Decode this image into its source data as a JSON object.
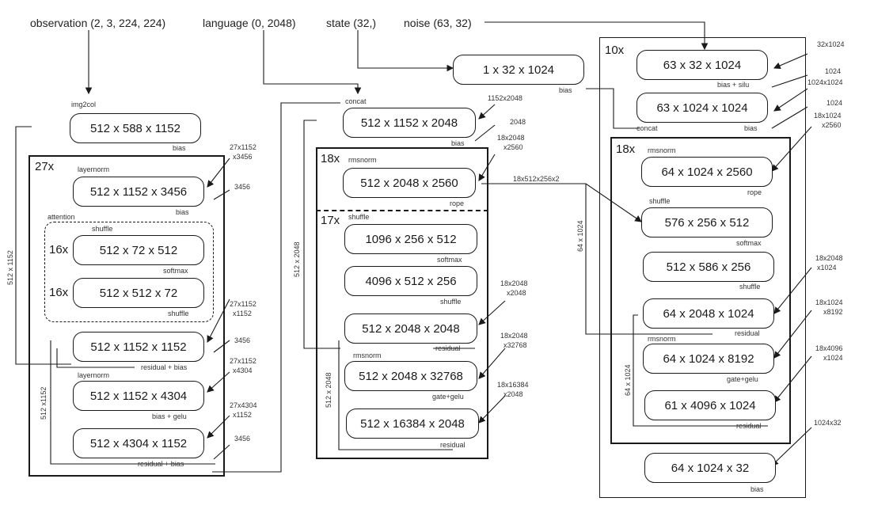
{
  "inputs": {
    "observation": "observation (2, 3, 224, 224)",
    "language": "language (0, 2048)",
    "state": "state (32,)",
    "noise": "noise (63, 32)"
  },
  "left": {
    "count": "27x",
    "repeat_a": "16x",
    "repeat_b": "16x",
    "boxes": {
      "proj": "512 x 588 x 1152",
      "qkv": "512 x 1152 x 3456",
      "attn1": "512 x 72 x 512",
      "attn2": "512 x 512 x 72",
      "out": "512 x 1152 x 1152",
      "mlp1": "512 x 1152 x 4304",
      "mlp2": "512 x 4304 x 1152"
    },
    "notes": {
      "img2col": "img2col",
      "bias": "bias",
      "layernorm1": "layernorm",
      "attention": "attention",
      "shuffle1": "shuffle",
      "softmax": "softmax",
      "shuffle2": "shuffle",
      "residual_bias1": "residual + bias",
      "layernorm2": "layernorm",
      "bias_gelu": "bias + gelu",
      "residual_bias2": "residual + bias",
      "w1": "27x1152",
      "w1b": "x3456",
      "b1": "3456",
      "w2": "27x1152",
      "w2b": "x1152",
      "b2": "3456",
      "w3": "27x1152",
      "w3b": "x4304",
      "w4": "27x4304",
      "w4b": "x1152",
      "b4": "3456",
      "side": "512 x 1152",
      "side2": "512 x1152"
    }
  },
  "middle": {
    "count_outer": "18x",
    "count_inner": "17x",
    "boxes": {
      "in": "512 x 1152 x 2048",
      "qkv": "512 x 2048 x 2560",
      "attn1": "1096 x 256 x 512",
      "attn2": "4096 x 512 x 256",
      "out": "512 x 2048 x 2048",
      "mlp1": "512 x 2048 x 32768",
      "mlp2": "512 x 16384 x 2048"
    },
    "notes": {
      "concat": "concat",
      "bias": "bias",
      "rmsnorm1": "rmsnorm",
      "rope": "rope",
      "shuffle1": "shuffle",
      "softmax": "softmax",
      "shuffle2": "shuffle",
      "residual1": "residual",
      "rmsnorm2": "rmsnorm",
      "gate_gelu": "gate+gelu",
      "residual2": "residual",
      "w0": "1152x2048",
      "b0": "2048",
      "w1": "18x2048",
      "w1b": "x2560",
      "w2": "18x2048",
      "w2b": "x2048",
      "w3": "18x2048",
      "w3b": "x32768",
      "w4": "18x16384",
      "w4b": "x2048",
      "side": "512 x 2048",
      "side2": "512 x 2048",
      "cross": "18x512x256x2"
    }
  },
  "right": {
    "count_outer": "10x",
    "count_inner": "18x",
    "boxes": {
      "state": "1 x 32 x 1024",
      "noise1": "63 x 32 x 1024",
      "noise2": "63 x 1024 x 1024",
      "qkv": "64 x 1024 x 2560",
      "attn1": "576 x 256 x 512",
      "attn2": "512 x 586 x 256",
      "out": "64 x 2048 x 1024",
      "mlp1": "64 x 1024 x 8192",
      "mlp2": "61 x 4096 x 1024",
      "final": "64 x 1024 x 32"
    },
    "notes": {
      "bias_state": "bias",
      "bias_silu": "bias + silu",
      "concat": "concat",
      "bias": "bias",
      "rmsnorm1": "rmsnorm",
      "rope": "rope",
      "shuffle1": "shuffle",
      "softmax": "softmax",
      "shuffle2": "shuffle",
      "residual1": "residual",
      "rmsnorm2": "rmsnorm",
      "gate_gelu": "gate+gelu",
      "residual2": "residual",
      "bias_final": "bias",
      "w0": "32x1024",
      "w1": "1024",
      "w2": "1024x1024",
      "w3": "1024",
      "w4": "18x1024",
      "w4b": "x2560",
      "w5": "18x2048",
      "w5b": "x1024",
      "w6": "18x1024",
      "w6b": "x8192",
      "w7": "18x4096",
      "w7b": "x1024",
      "w8": "1024x32",
      "side": "64 x 1024",
      "side2": "64 x 1024"
    }
  }
}
